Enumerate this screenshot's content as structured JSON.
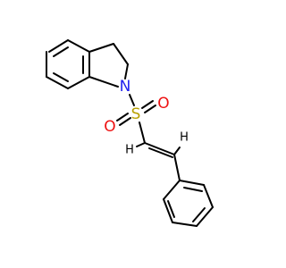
{
  "molecule": {
    "atoms": [
      {
        "id": "N1",
        "label": "N",
        "color": "#2222ee"
      },
      {
        "id": "S1",
        "label": "S",
        "color": "#b8a000"
      },
      {
        "id": "O1",
        "label": "O",
        "color": "#ee1111"
      },
      {
        "id": "O2",
        "label": "O",
        "color": "#ee1111"
      },
      {
        "id": "H1",
        "label": "H",
        "color": "#000000"
      },
      {
        "id": "H2",
        "label": "H",
        "color": "#000000"
      }
    ],
    "bond_color": "#000000"
  }
}
